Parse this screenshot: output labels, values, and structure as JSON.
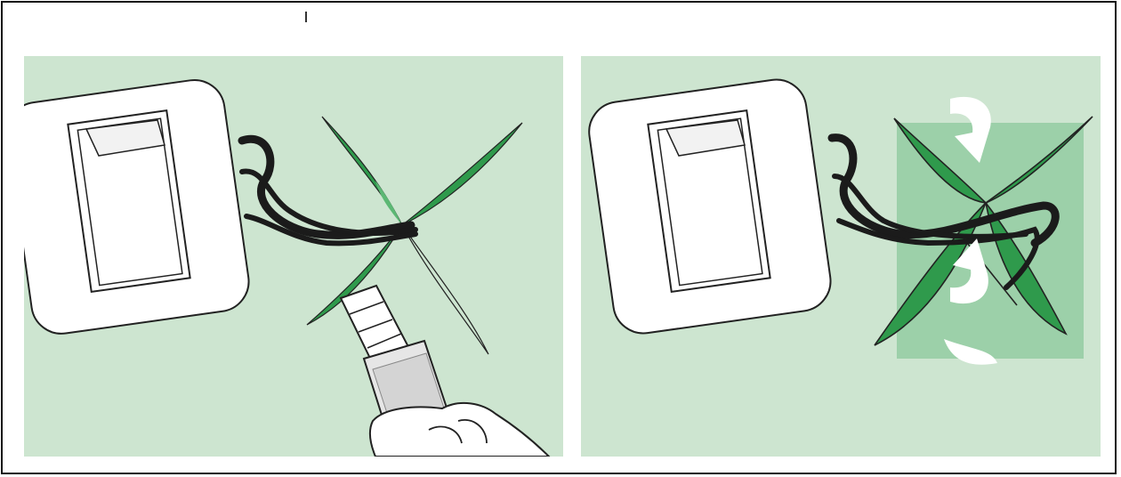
{
  "figure": {
    "panels": [
      {
        "id": "step-cut",
        "depicts": "light-switch-with-cable-cross-cut-in-wallpaper-utility-knife"
      },
      {
        "id": "step-fold",
        "depicts": "light-switch-with-wallpaper-flaps-folded-back-arrows"
      }
    ],
    "colors": {
      "background_green": "#cde5d0",
      "flap_green": "#2f9a4c",
      "flap_green_light": "#5cb874",
      "cable": "#1b1b1b",
      "switch_plate": "#ffffff",
      "outline": "#222222"
    },
    "icons": [
      "light-switch-icon",
      "cable-icon",
      "utility-knife-icon",
      "hand-icon",
      "curved-arrow-icon"
    ]
  }
}
